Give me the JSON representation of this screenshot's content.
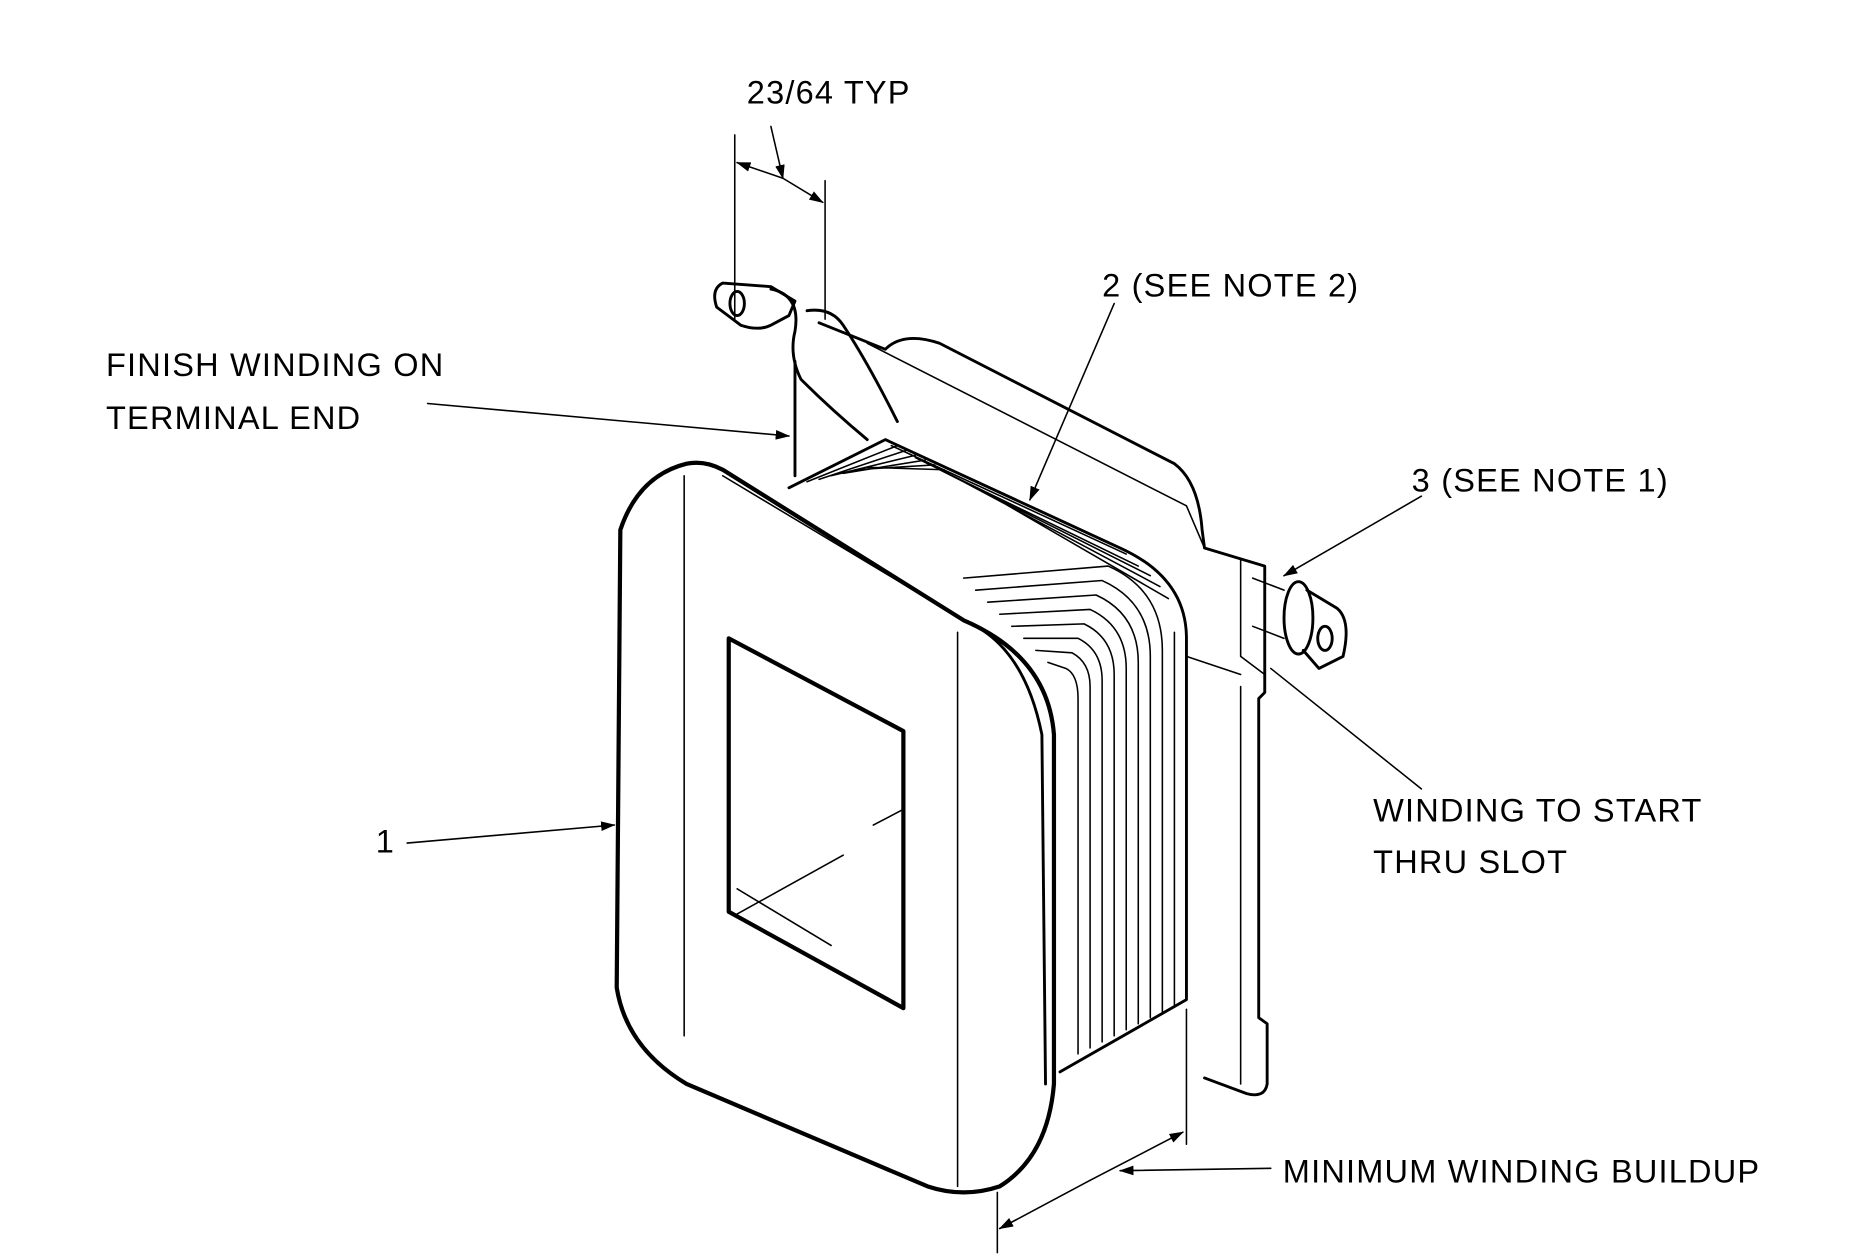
{
  "diagram": {
    "subject": "coil-on-bobbin",
    "labels": {
      "dimension_typ": "23/64 TYP",
      "finish_winding_line1": "FINISH WINDING ON",
      "finish_winding_line2": "TERMINAL END",
      "item2": "2  (SEE NOTE 2)",
      "item3": "3  (SEE NOTE 1)",
      "start_winding_line1": "WINDING TO START",
      "start_winding_line2": "THRU SLOT",
      "item1": "1",
      "min_buildup": "MINIMUM WINDING BUILDUP"
    }
  }
}
